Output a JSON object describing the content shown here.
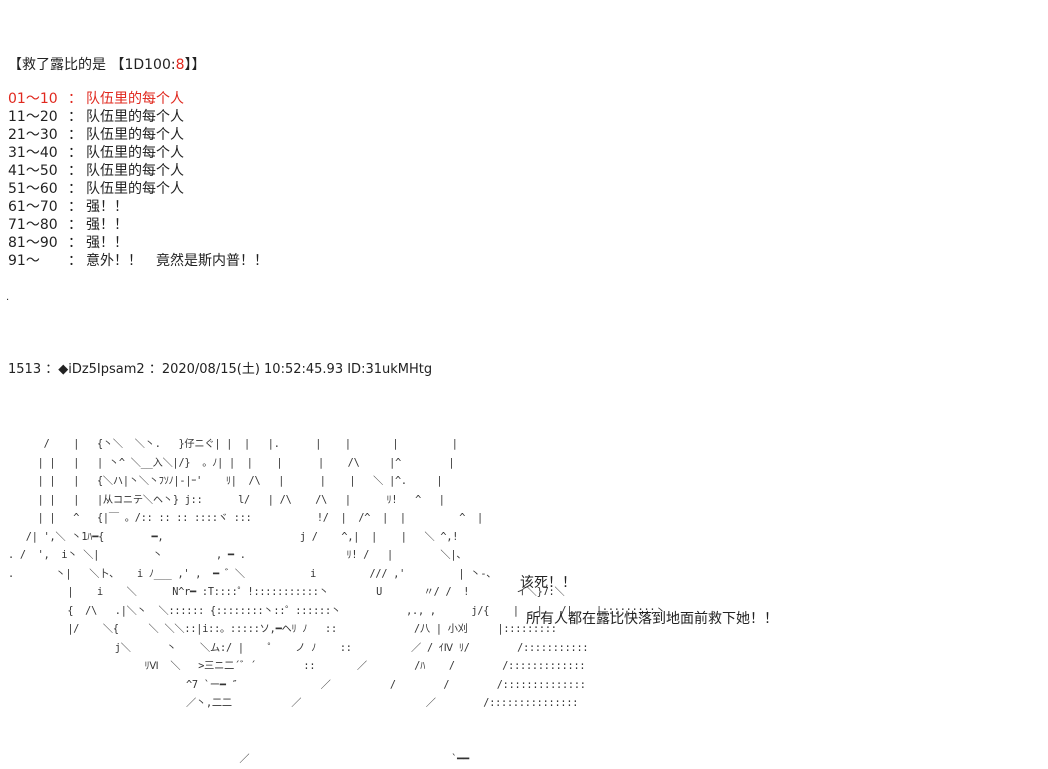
{
  "header": {
    "prefix": "【救了露比的是 【1D100:",
    "dice": "8",
    "suffix": "】】"
  },
  "table": [
    {
      "range": "01～10",
      "colon": "：",
      "text": "队伍里的每个人",
      "highlight": true
    },
    {
      "range": "11～20",
      "colon": "：",
      "text": "队伍里的每个人",
      "highlight": false
    },
    {
      "range": "21～30",
      "colon": "：",
      "text": "队伍里的每个人",
      "highlight": false
    },
    {
      "range": "31～40",
      "colon": "：",
      "text": "队伍里的每个人",
      "highlight": false
    },
    {
      "range": "41～50",
      "colon": "：",
      "text": "队伍里的每个人",
      "highlight": false
    },
    {
      "range": "51～60",
      "colon": "：",
      "text": "队伍里的每个人",
      "highlight": false
    },
    {
      "range": "61～70",
      "colon": "：",
      "text": "强！！",
      "highlight": false
    },
    {
      "range": "71～80",
      "colon": "：",
      "text": "强！！",
      "highlight": false
    },
    {
      "range": "81～90",
      "colon": "：",
      "text": "强！！",
      "highlight": false
    },
    {
      "range": "91～",
      "colon": "：",
      "text": "意外！！　竟然是斯内普！！",
      "highlight": false
    }
  ],
  "dot": ".",
  "post": {
    "header": "1513 ：◆iDz5Ipsam2 ：2020/08/15(土) 10:52:45.93 ID:31ukMHtg"
  },
  "ascii_art": "      /    |   {丶＼  ＼丶.   }仔ニぐ| |  |   |.      |    |       |         |\n     | |   |   | 丶^ ＼__入＼|/}  。ﾉ| |  |    |      |    /\\     |^        |\n     | |   |   {＼ハ|丶＼丶ﾌｿﾉ|-|ｰ'    ﾘ|  /\\   |      |    |   ＼ |^.     |\n     | |   |   |从コニテ＼ヘ丶} j::      l/   | /\\    /\\   |      ﾘ!   ^   |\n     | |   ^   {|￣ 。/:: :: :: ::::ヾ :::           !/  |  /^  |  |         ^  |\n   /| ',＼ 丶1ﾊ━{        ━,                       j /    ^,|  |    |   ＼ ^,!\n. /  ',  i丶 ＼|         丶         , ━ .                 ﾘ! /   |        ＼|、\n.       丶|   ＼卜、   i ﾉ___ ,' ,  ━ ゛＼           i         /// ,'         | 丶-、\n          |    i    ＼      N^r━ :T::::゜!:::::::::::丶        U       〃/ /  !        イ＼}7:＼\n          {  /\\   .|＼丶  ＼:::::: {::::::::丶::゜::::::丶           ,., ,      j/{    |   |   /|    |:::::::::丶\n          |/    ＼{     ＼ ＼＼::|i::。:::::ソ,━ヘﾘ ﾉ   ::             /八 | 小刈     |:::::::::\n                  j＼      丶    ＼ム:/ |    ゜   ノ ﾉ    ::          ／ / ｲⅣ ﾘ/        /:::::::::::\n                       ﾘⅥ  ＼   >三ニ二´゛´        ::       ／        /ﾊ    /        /:::::::::::::\n                              ^7 `ー━ ″              ／          /        /        /::::::::::::::\n                              ／丶,二二          ／                     ／        /:::::::::::::::\n\n\n                                       ／                                  `━━",
  "side_text_1": "该死！！",
  "side_text_2": "所有人都在露比快落到地面前救下她！！",
  "colors": {
    "highlight": "#e0281e",
    "text": "#222222",
    "background": "#ffffff"
  }
}
